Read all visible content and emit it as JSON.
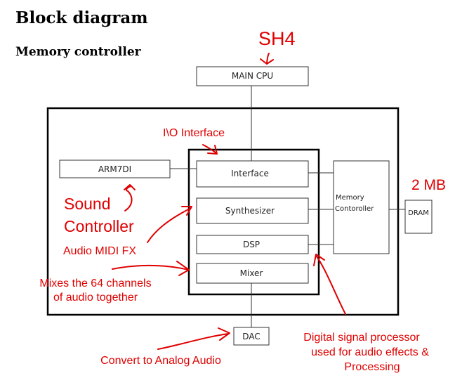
{
  "header": {
    "title": "Block diagram",
    "subtitle": "Memory controller"
  },
  "blocks": {
    "main_cpu": "MAIN CPU",
    "arm7di": "ARM7DI",
    "interface": "Interface",
    "synthesizer": "Synthesizer",
    "dsp": "DSP",
    "mixer": "Mixer",
    "memory_controller_line1": "Memory",
    "memory_controller_line2": "Contoroller",
    "dram": "DRAM",
    "dac": "DAC"
  },
  "annotations": {
    "sh4": "SH4",
    "io_interface": "I\\O Interface",
    "sound_line1": "Sound",
    "sound_line2": "Controller",
    "audio_midi_fx": "Audio MIDI FX",
    "mixes_line1": "Mixes the 64 channels",
    "mixes_line2": "of audio together",
    "dram_size": "2 MB",
    "dsp_line1": "Digital signal processor",
    "dsp_line2": "used for audio effects &",
    "dsp_line3": "Processing",
    "dac_note": "Convert to Analog Audio"
  },
  "colors": {
    "annotation": "#e00000",
    "box_border": "#333333",
    "frame_border": "#000000"
  }
}
